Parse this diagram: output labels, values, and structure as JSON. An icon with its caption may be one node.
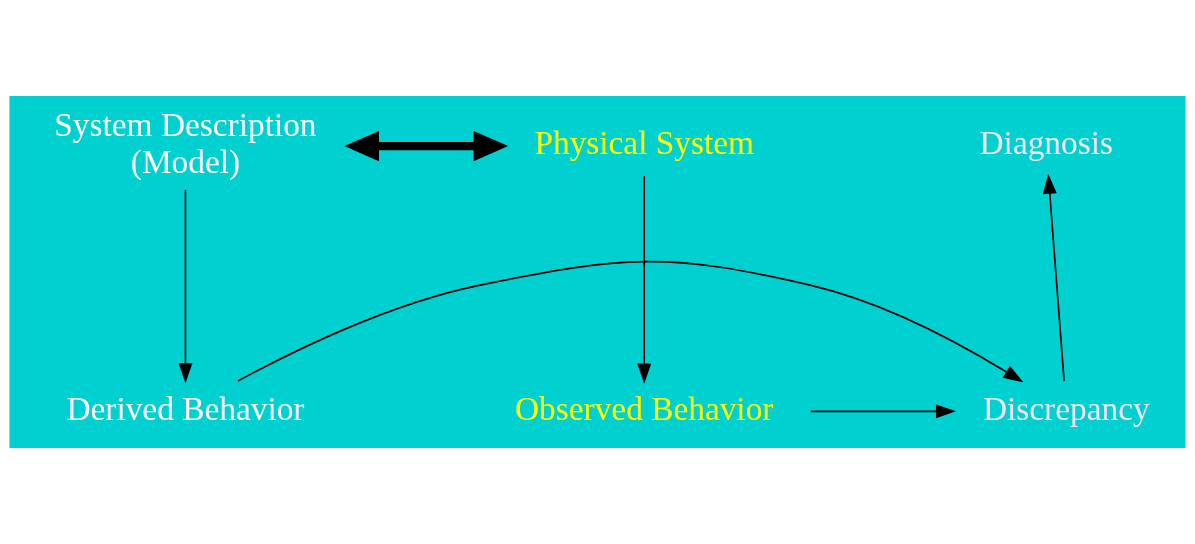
{
  "diagram": {
    "nodes": [
      {
        "text": [
          "System Description (Model)"
        ]
      },
      {
        "text": [
          "Diagnosis"
        ]
      },
      {
        "text": [
          "Physical System"
        ]
      },
      {
        "text": [
          "Derived Behavior"
        ]
      },
      {
        "text": [
          "Discrepancy"
        ]
      },
      {
        "text": [
          "Observed Behavior"
        ]
      }
    ],
    "edges": [
      {
        "from": 0,
        "to": 2,
        "arrow": "both",
        "style": "thick"
      },
      {
        "from": 0,
        "to": 3,
        "arrow": "to"
      },
      {
        "from": 2,
        "to": 5,
        "arrow": "to"
      },
      {
        "from": 3,
        "to": 4,
        "arrow": "to"
      },
      {
        "from": 5,
        "to": 4,
        "arrow": "to"
      },
      {
        "from": 4,
        "to": 1,
        "arrow": "to"
      }
    ]
  }
}
